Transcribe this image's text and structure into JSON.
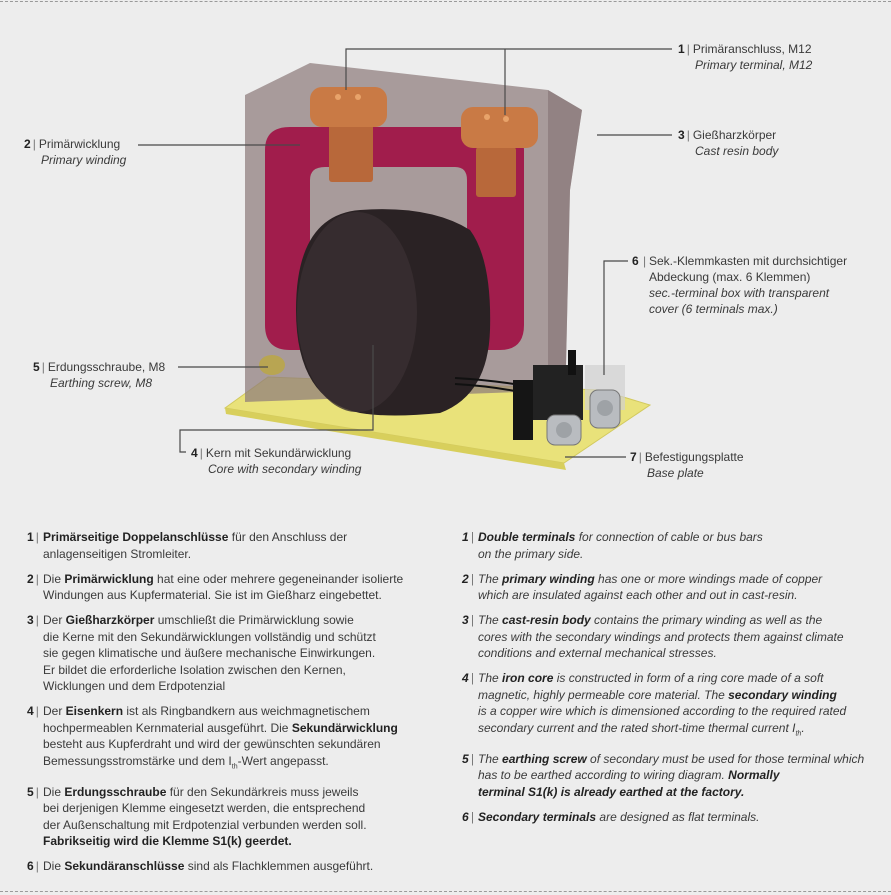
{
  "colors": {
    "resin": "#8d7b7b",
    "winding": "#a11d4c",
    "copper": "#c0703a",
    "core": "#2a2224",
    "plate": "#e9e27a",
    "background": "#ededed"
  },
  "callouts": [
    {
      "num": "1",
      "de": "Primäranschluss, M12",
      "en": "Primary terminal, M12"
    },
    {
      "num": "2",
      "de": "Primärwicklung",
      "en": "Primary winding"
    },
    {
      "num": "3",
      "de": "Gießharzkörper",
      "en": "Cast resin body"
    },
    {
      "num": "4",
      "de": "Kern mit Sekundärwicklung",
      "en": "Core with secondary winding"
    },
    {
      "num": "5",
      "de": "Erdungsschraube, M8",
      "en": "Earthing screw, M8"
    },
    {
      "num": "6",
      "de": "Sek.-Klemmkasten mit durchsichtiger\nAbdeckung (max. 6 Klemmen)",
      "en": "sec.-terminal box with transparent\ncover (6 terminals max.)"
    },
    {
      "num": "7",
      "de": "Befestigungsplatte",
      "en": "Base plate"
    }
  ],
  "descriptions_de": [
    {
      "num": "1",
      "segments": [
        {
          "t": "Primärseitige Doppelanschlüsse",
          "b": true
        },
        {
          "t": " für den Anschluss der\nanlagenseitigen Stromleiter."
        }
      ]
    },
    {
      "num": "2",
      "segments": [
        {
          "t": "Die "
        },
        {
          "t": "Primärwicklung",
          "b": true
        },
        {
          "t": " hat eine oder mehrere gegeneinander isolierte\nWindungen aus Kupfermaterial. Sie ist im Gießharz eingebettet."
        }
      ]
    },
    {
      "num": "3",
      "segments": [
        {
          "t": "Der "
        },
        {
          "t": "Gießharzkörper",
          "b": true
        },
        {
          "t": " umschließt die Primärwicklung sowie\ndie Kerne mit den Sekundärwicklungen vollständig und schützt\nsie gegen klimatische und äußere mechanische Einwirkungen.\nEr bildet die erforderliche Isolation zwischen den Kernen,\nWicklungen und dem Erdpotenzial"
        }
      ]
    },
    {
      "num": "4",
      "segments": [
        {
          "t": "Der "
        },
        {
          "t": "Eisenkern",
          "b": true
        },
        {
          "t": " ist als Ringbandkern aus weichmagnetischem\nhochpermeablen Kernmaterial ausgeführt. Die "
        },
        {
          "t": "Sekundärwicklung",
          "b": true
        },
        {
          "t": "\nbesteht aus Kupferdraht und wird der gewünschten sekundären\nBemessungsstromstärke und dem I"
        },
        {
          "t": "th",
          "sub": true
        },
        {
          "t": "-Wert angepasst."
        }
      ]
    },
    {
      "num": "5",
      "segments": [
        {
          "t": "Die "
        },
        {
          "t": "Erdungsschraube",
          "b": true
        },
        {
          "t": " für den Sekundärkreis muss jeweils\nbei derjenigen Klemme eingesetzt werden, die entsprechend\nder Außenschaltung mit Erdpotenzial verbunden werden soll.\n"
        },
        {
          "t": "Fabrikseitig wird die Klemme S1(k) geerdet.",
          "b": true
        }
      ]
    },
    {
      "num": "6",
      "segments": [
        {
          "t": "Die "
        },
        {
          "t": "Sekundäranschlüsse",
          "b": true
        },
        {
          "t": " sind als Flachklemmen ausgeführt."
        }
      ]
    }
  ],
  "descriptions_en": [
    {
      "num": "1",
      "segments": [
        {
          "t": "Double terminals",
          "b": true
        },
        {
          "t": " for connection of cable or bus bars\non the primary side."
        }
      ]
    },
    {
      "num": "2",
      "segments": [
        {
          "t": "The "
        },
        {
          "t": "primary winding",
          "b": true
        },
        {
          "t": " has one or more windings made of copper\nwhich are insulated against each other and out in cast-resin."
        }
      ]
    },
    {
      "num": "3",
      "segments": [
        {
          "t": "The "
        },
        {
          "t": "cast-resin body",
          "b": true
        },
        {
          "t": " contains the primary winding as well as the\ncores with the secondary windings and protects them against climate\nconditions and external mechanical stresses."
        }
      ]
    },
    {
      "num": "4",
      "segments": [
        {
          "t": "The "
        },
        {
          "t": "iron core",
          "b": true
        },
        {
          "t": " is constructed in form of a ring core made of a soft\nmagnetic, highly permeable core material. The "
        },
        {
          "t": "secondary winding",
          "b": true
        },
        {
          "t": "\nis a copper wire which is dimensioned according to the required rated\nsecondary current and the rated short-time thermal current I"
        },
        {
          "t": "th",
          "sub": true
        },
        {
          "t": "."
        }
      ]
    },
    {
      "num": "5",
      "segments": [
        {
          "t": "The "
        },
        {
          "t": "earthing screw",
          "b": true
        },
        {
          "t": " of secondary must be used for those terminal which\nhas to be earthed according to wiring diagram. "
        },
        {
          "t": "Normally\nterminal S1(k) is already earthed at the factory.",
          "b": true
        }
      ]
    },
    {
      "num": "6",
      "segments": [
        {
          "t": "Secondary terminals",
          "b": true
        },
        {
          "t": " are designed as flat terminals."
        }
      ]
    }
  ]
}
